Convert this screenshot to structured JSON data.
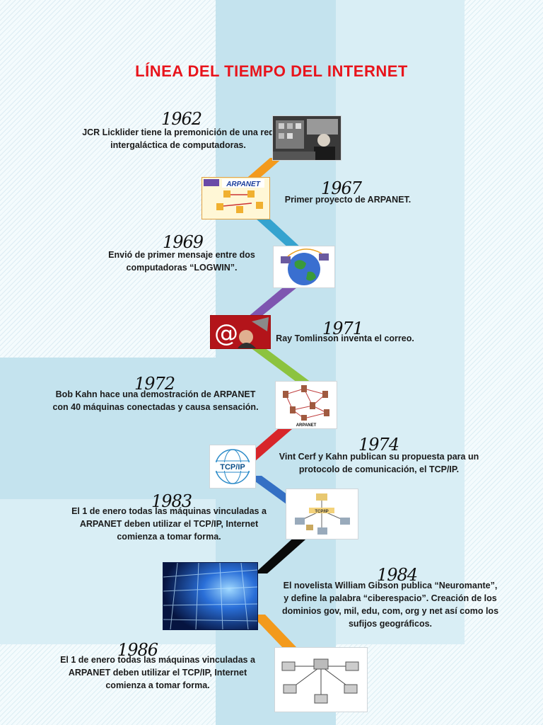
{
  "title": "LÍNEA DEL TIEMPO DEL INTERNET",
  "events": [
    {
      "year": "1962",
      "description": "JCR Licklider tiene la premonición de una red intergaláctica de computadoras."
    },
    {
      "year": "1967",
      "description": "Primer proyecto de ARPANET.",
      "image_label": "ARPANET"
    },
    {
      "year": "1969",
      "description": "Envió de primer mensaje entre dos computadoras “LOGWIN”."
    },
    {
      "year": "1971",
      "description": "Ray Tomlinson inventa el correo.",
      "image_label": "@"
    },
    {
      "year": "1972",
      "description": "Bob Kahn hace una demostración de ARPANET con 40 máquinas conectadas y causa sensación.",
      "image_label": "ARPANET"
    },
    {
      "year": "1974",
      "description": "Vint Cerf y Kahn publican su propuesta para un protocolo de comunicación, el TCP/IP.",
      "image_label": "TCP/IP"
    },
    {
      "year": "1983",
      "description": "El 1 de enero todas las máquinas vinculadas a ARPANET deben utilizar el TCP/IP, Internet comienza a tomar forma.",
      "image_label": "TCP/IP"
    },
    {
      "year": "1984",
      "description": "El novelista William Gibson publica “Neuromante”, y define la palabra “ciberespacio”. Creación de los dominios gov, mil, edu, com, org y net así como los sufijos geográficos."
    },
    {
      "year": "1986",
      "description": "El 1 de enero todas las máquinas vinculadas a ARPANET deben utilizar el TCP/IP, Internet comienza a tomar forma."
    }
  ],
  "connector_colors": [
    "#f39a1c",
    "#35a3cf",
    "#7e56b0",
    "#8cc33f",
    "#d8262a",
    "#3470c4",
    "#0a0a0a",
    "#f39a1c"
  ],
  "icons": [
    "mainframe-photo",
    "arpanet-diagram-icon",
    "globe-computers-icon",
    "email-at-icon",
    "network-diagram-icon",
    "tcp-ip-globe-icon",
    "tcp-ip-network-icon",
    "cyberspace-photo",
    "computer-network-icon"
  ]
}
